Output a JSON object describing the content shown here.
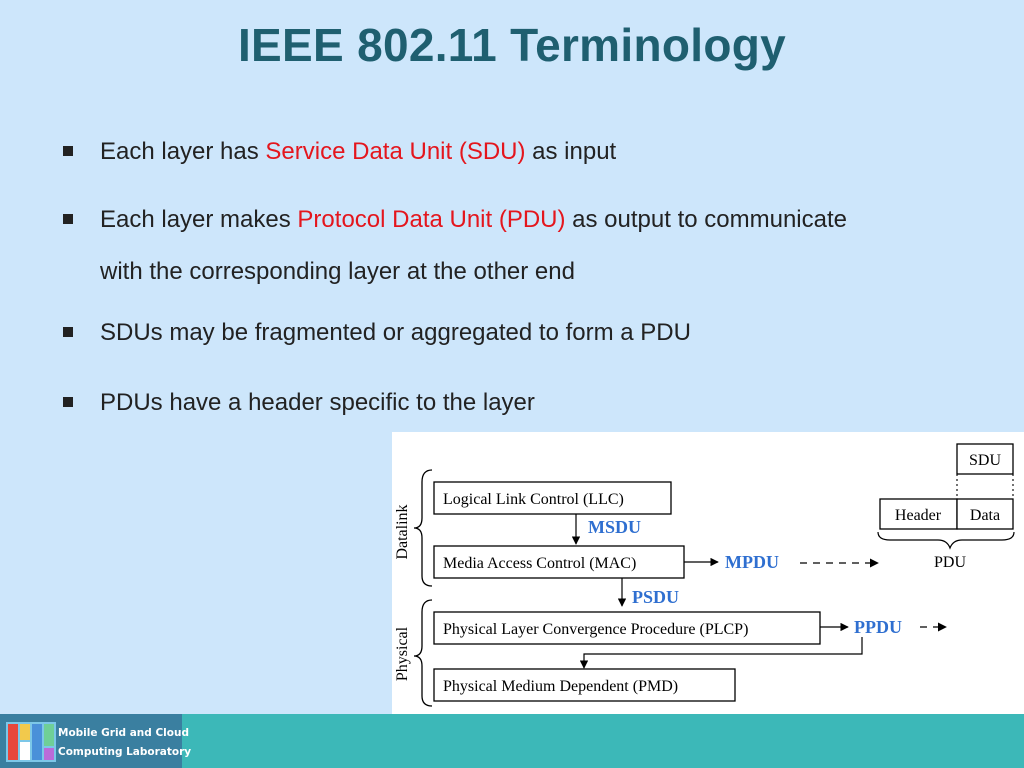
{
  "slide": {
    "title": "IEEE 802.11 Terminology",
    "bullets": [
      {
        "pre": "Each layer has ",
        "highlight": "Service Data Unit (SDU)",
        "post": " as input"
      },
      {
        "pre": "Each layer makes ",
        "highlight": "Protocol Data Unit (PDU)",
        "post": " as output to communicate",
        "line2": "with the corresponding layer at the other end"
      },
      {
        "text": "SDUs may be fragmented or aggregated to form a PDU"
      },
      {
        "text": "PDUs have a header specific to the layer"
      }
    ]
  },
  "diagram": {
    "group_datalink": "Datalink",
    "group_physical": "Physical",
    "boxes": {
      "llc": "Logical Link Control (LLC)",
      "mac": "Media Access Control (MAC)",
      "plcp": "Physical Layer Convergence Procedure (PLCP)",
      "pmd": "Physical Medium Dependent (PMD)"
    },
    "labels": {
      "msdu": "MSDU",
      "mpdu": "MPDU",
      "psdu": "PSDU",
      "ppdu": "PPDU"
    },
    "pdu_structure": {
      "sdu": "SDU",
      "header": "Header",
      "data": "Data",
      "pdu": "PDU"
    }
  },
  "footer": {
    "lab_line1": "Mobile Grid and Cloud",
    "lab_line2": "Computing Laboratory"
  },
  "colors": {
    "background": "#cde6fb",
    "title": "#1f5f70",
    "highlight": "#e4161d",
    "diagram_label": "#2f6fd0",
    "footer": "#3cb8b8"
  }
}
